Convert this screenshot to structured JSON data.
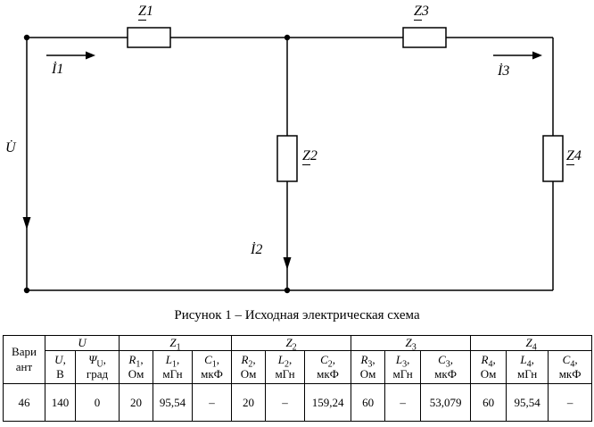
{
  "figure_caption": "Рисунок 1 – Исходная электрическая схема",
  "circuit": {
    "voltage_label": "U̇",
    "impedances": [
      {
        "sym": "Z",
        "num": "1"
      },
      {
        "sym": "Z",
        "num": "2"
      },
      {
        "sym": "Z",
        "num": "3"
      },
      {
        "sym": "Z",
        "num": "4"
      }
    ],
    "currents": {
      "i1": "İ1",
      "i2": "İ2",
      "i3": "İ3"
    }
  },
  "table": {
    "variant_header": "Вари ант",
    "groups": [
      {
        "sym": "U",
        "sub": ""
      },
      {
        "sym": "Z",
        "sub": "1"
      },
      {
        "sym": "Z",
        "sub": "2"
      },
      {
        "sym": "Z",
        "sub": "3"
      },
      {
        "sym": "Z",
        "sub": "4"
      }
    ],
    "columns": [
      {
        "sym": "U",
        "sub": "",
        "tail": ",",
        "unit": "В"
      },
      {
        "sym": "Ψ",
        "sub": "U",
        "tail": ",",
        "unit": "град"
      },
      {
        "sym": "R",
        "sub": "1",
        "tail": ",",
        "unit": "Ом"
      },
      {
        "sym": "L",
        "sub": "1",
        "tail": ",",
        "unit": "мГн"
      },
      {
        "sym": "C",
        "sub": "1",
        "tail": ",",
        "unit": "мкФ"
      },
      {
        "sym": "R",
        "sub": "2",
        "tail": ",",
        "unit": "Ом"
      },
      {
        "sym": "L",
        "sub": "2",
        "tail": ",",
        "unit": "мГн"
      },
      {
        "sym": "C",
        "sub": "2",
        "tail": ",",
        "unit": "мкФ"
      },
      {
        "sym": "R",
        "sub": "3",
        "tail": ",",
        "unit": "Ом"
      },
      {
        "sym": "L",
        "sub": "3",
        "tail": ",",
        "unit": "мГн"
      },
      {
        "sym": "C",
        "sub": "3",
        "tail": ",",
        "unit": "мкФ"
      },
      {
        "sym": "R",
        "sub": "4",
        "tail": ",",
        "unit": "Ом"
      },
      {
        "sym": "L",
        "sub": "4",
        "tail": ",",
        "unit": "мГн"
      },
      {
        "sym": "C",
        "sub": "4",
        "tail": ",",
        "unit": "мкФ"
      }
    ],
    "row": {
      "variant": "46",
      "values": [
        "140",
        "0",
        "20",
        "95,54",
        "–",
        "20",
        "–",
        "159,24",
        "60",
        "–",
        "53,079",
        "60",
        "95,54",
        "–"
      ]
    }
  }
}
